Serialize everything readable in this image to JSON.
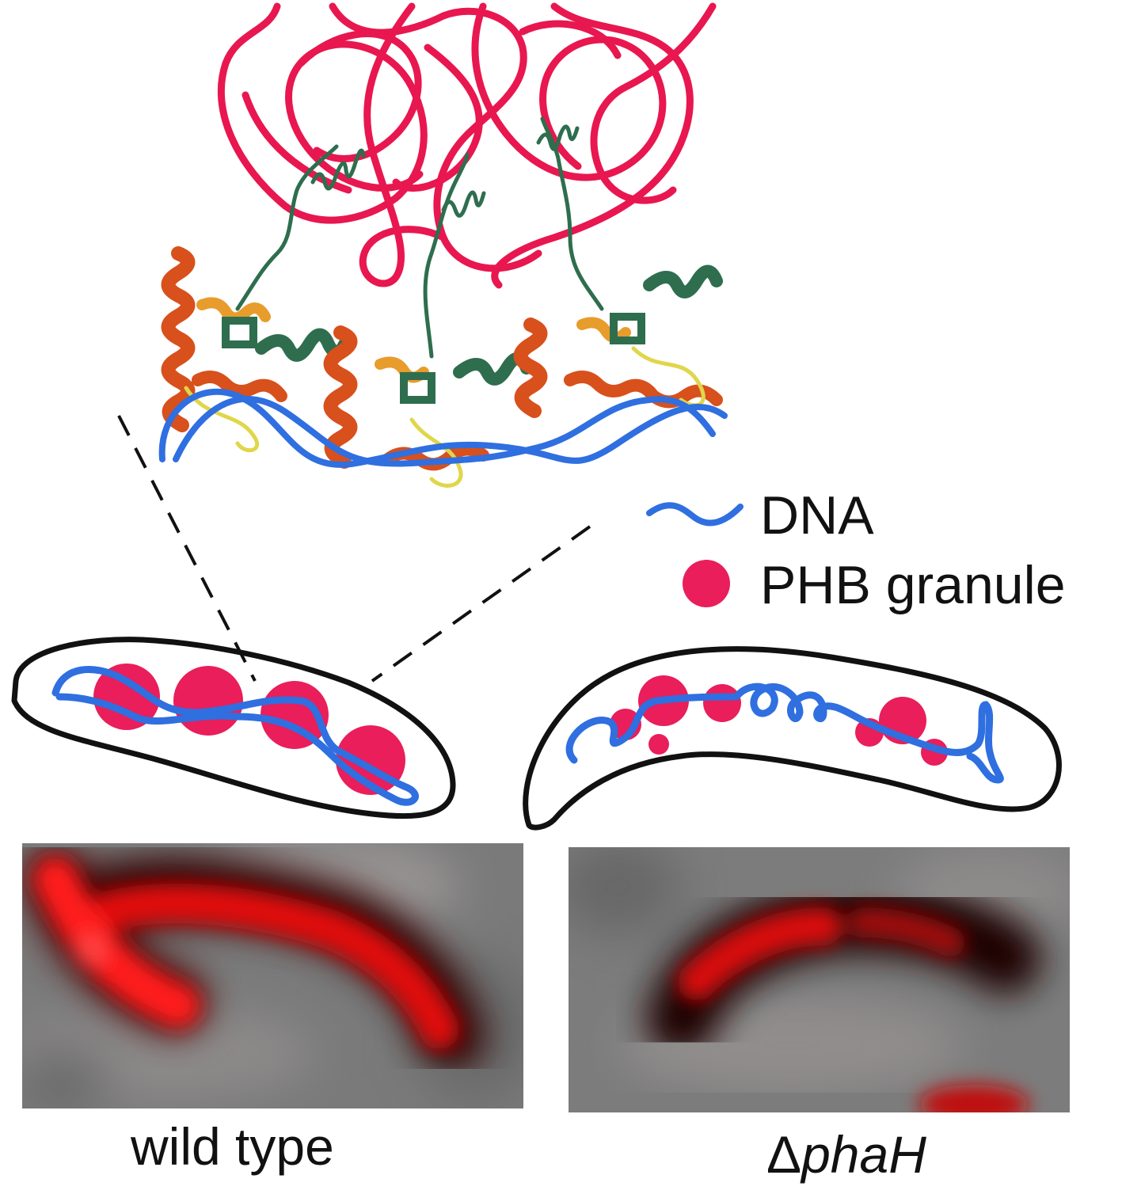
{
  "legend": {
    "dna_label": "DNA",
    "granule_label": "PHB granule"
  },
  "captions": {
    "wild_type": "wild type",
    "mutant_prefix": "Δ",
    "mutant_gene": "phaH"
  },
  "colors": {
    "phb_polymer": "#e8174f",
    "phb_granule": "#e91e5a",
    "dna": "#2f6fe0",
    "protein_helix_orange": "#d8501c",
    "protein_helix_light": "#e89c2c",
    "protein_green": "#2e6e4e",
    "protein_loop_yellow": "#e0d64a",
    "cell_outline": "#111111",
    "micrograph_background": "#7a7a7a",
    "micrograph_signal": "#e01010"
  }
}
